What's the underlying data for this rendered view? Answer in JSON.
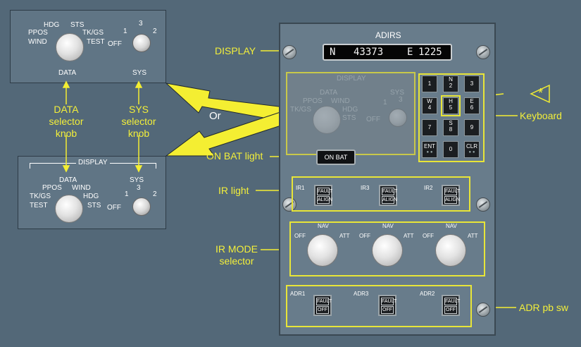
{
  "adirs": {
    "title": "ADIRS",
    "display": {
      "left": "N",
      "left_value": "43373",
      "right": "E",
      "right_value": "1225"
    },
    "on_bat": "ON BAT",
    "ir_labels": [
      "IR1",
      "IR3",
      "IR2"
    ],
    "adr_labels": [
      "ADR1",
      "ADR3",
      "ADR2"
    ],
    "pb_fault": "FAULT",
    "pb_align": "ALIGN",
    "pb_off": "OFF",
    "mode_labels": {
      "off": "OFF",
      "nav": "NAV",
      "att": "ATT"
    },
    "ghost": {
      "title": "DISPLAY",
      "data": "DATA",
      "ppos": "PPOS",
      "wind": "WIND",
      "tkgs": "TK/GS",
      "hdg": "HDG",
      "sts": "STS",
      "sys": "SYS",
      "one": "1",
      "three": "3",
      "off": "OFF"
    }
  },
  "keyboard": {
    "keys": [
      {
        "top": "1",
        "bottom": ""
      },
      {
        "top": "N",
        "bottom": "2"
      },
      {
        "top": "3",
        "bottom": ""
      },
      {
        "top": "W",
        "bottom": "4"
      },
      {
        "top": "H",
        "bottom": "5"
      },
      {
        "top": "E",
        "bottom": "6"
      },
      {
        "top": "7",
        "bottom": ""
      },
      {
        "top": "S",
        "bottom": "8"
      },
      {
        "top": "9",
        "bottom": ""
      },
      {
        "top": "ENT",
        "bottom": ""
      },
      {
        "top": "0",
        "bottom": ""
      },
      {
        "top": "CLR",
        "bottom": ""
      }
    ]
  },
  "top_panel": {
    "hdg": "HDG",
    "sts": "STS",
    "ppos": "PPOS",
    "tkgs": "TK/GS",
    "wind": "WIND",
    "test": "TEST",
    "data": "DATA",
    "sys": "SYS",
    "off": "OFF",
    "one": "1",
    "two": "2",
    "three": "3"
  },
  "bottom_panel": {
    "display": "DISPLAY",
    "data": "DATA",
    "ppos": "PPOS",
    "wind": "WIND",
    "tkgs": "TK/GS",
    "hdg": "HDG",
    "test": "TEST",
    "sts": "STS",
    "sys": "SYS",
    "three": "3",
    "one": "1",
    "two": "2",
    "off": "OFF"
  },
  "annotations": {
    "display": "DISPLAY",
    "data_knob": [
      "DATA",
      "selector",
      "knob"
    ],
    "sys_knob": [
      "SYS",
      "selector",
      "knob"
    ],
    "or": "Or",
    "on_bat_light": "ON BAT light",
    "ir_light": "IR light",
    "ir_mode": [
      "IR MODE",
      "selector"
    ],
    "keyboard": "Keyboard",
    "adr_pb": "ADR pb sw",
    "star": "*"
  },
  "colors": {
    "annotation": "#f3ef3a",
    "background": "#536878",
    "panel": "#607585"
  }
}
